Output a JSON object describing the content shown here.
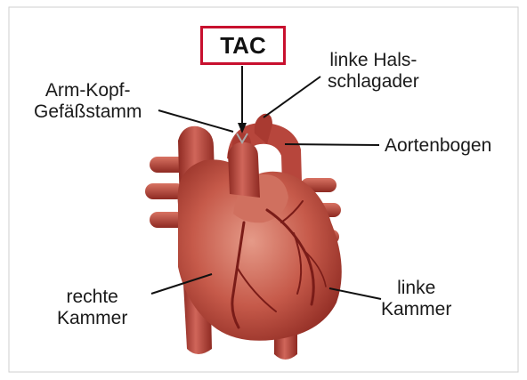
{
  "labels": {
    "tac": "TAC",
    "arm_kopf": [
      "Arm-Kopf-",
      "Gefäßstamm"
    ],
    "linke_hals": [
      "linke Hals-",
      "schlagader"
    ],
    "aortenbogen": "Aortenbogen",
    "rechte_kammer": [
      "rechte",
      "Kammer"
    ],
    "linke_kammer": [
      "linke",
      "Kammer"
    ]
  },
  "colors": {
    "tac_border": "#c8102e",
    "heart_main": "#c65a4a",
    "heart_dark": "#8e2a22",
    "heart_light": "#e08a78",
    "vessel": "#b53a32",
    "coronary": "#7a1c18"
  }
}
